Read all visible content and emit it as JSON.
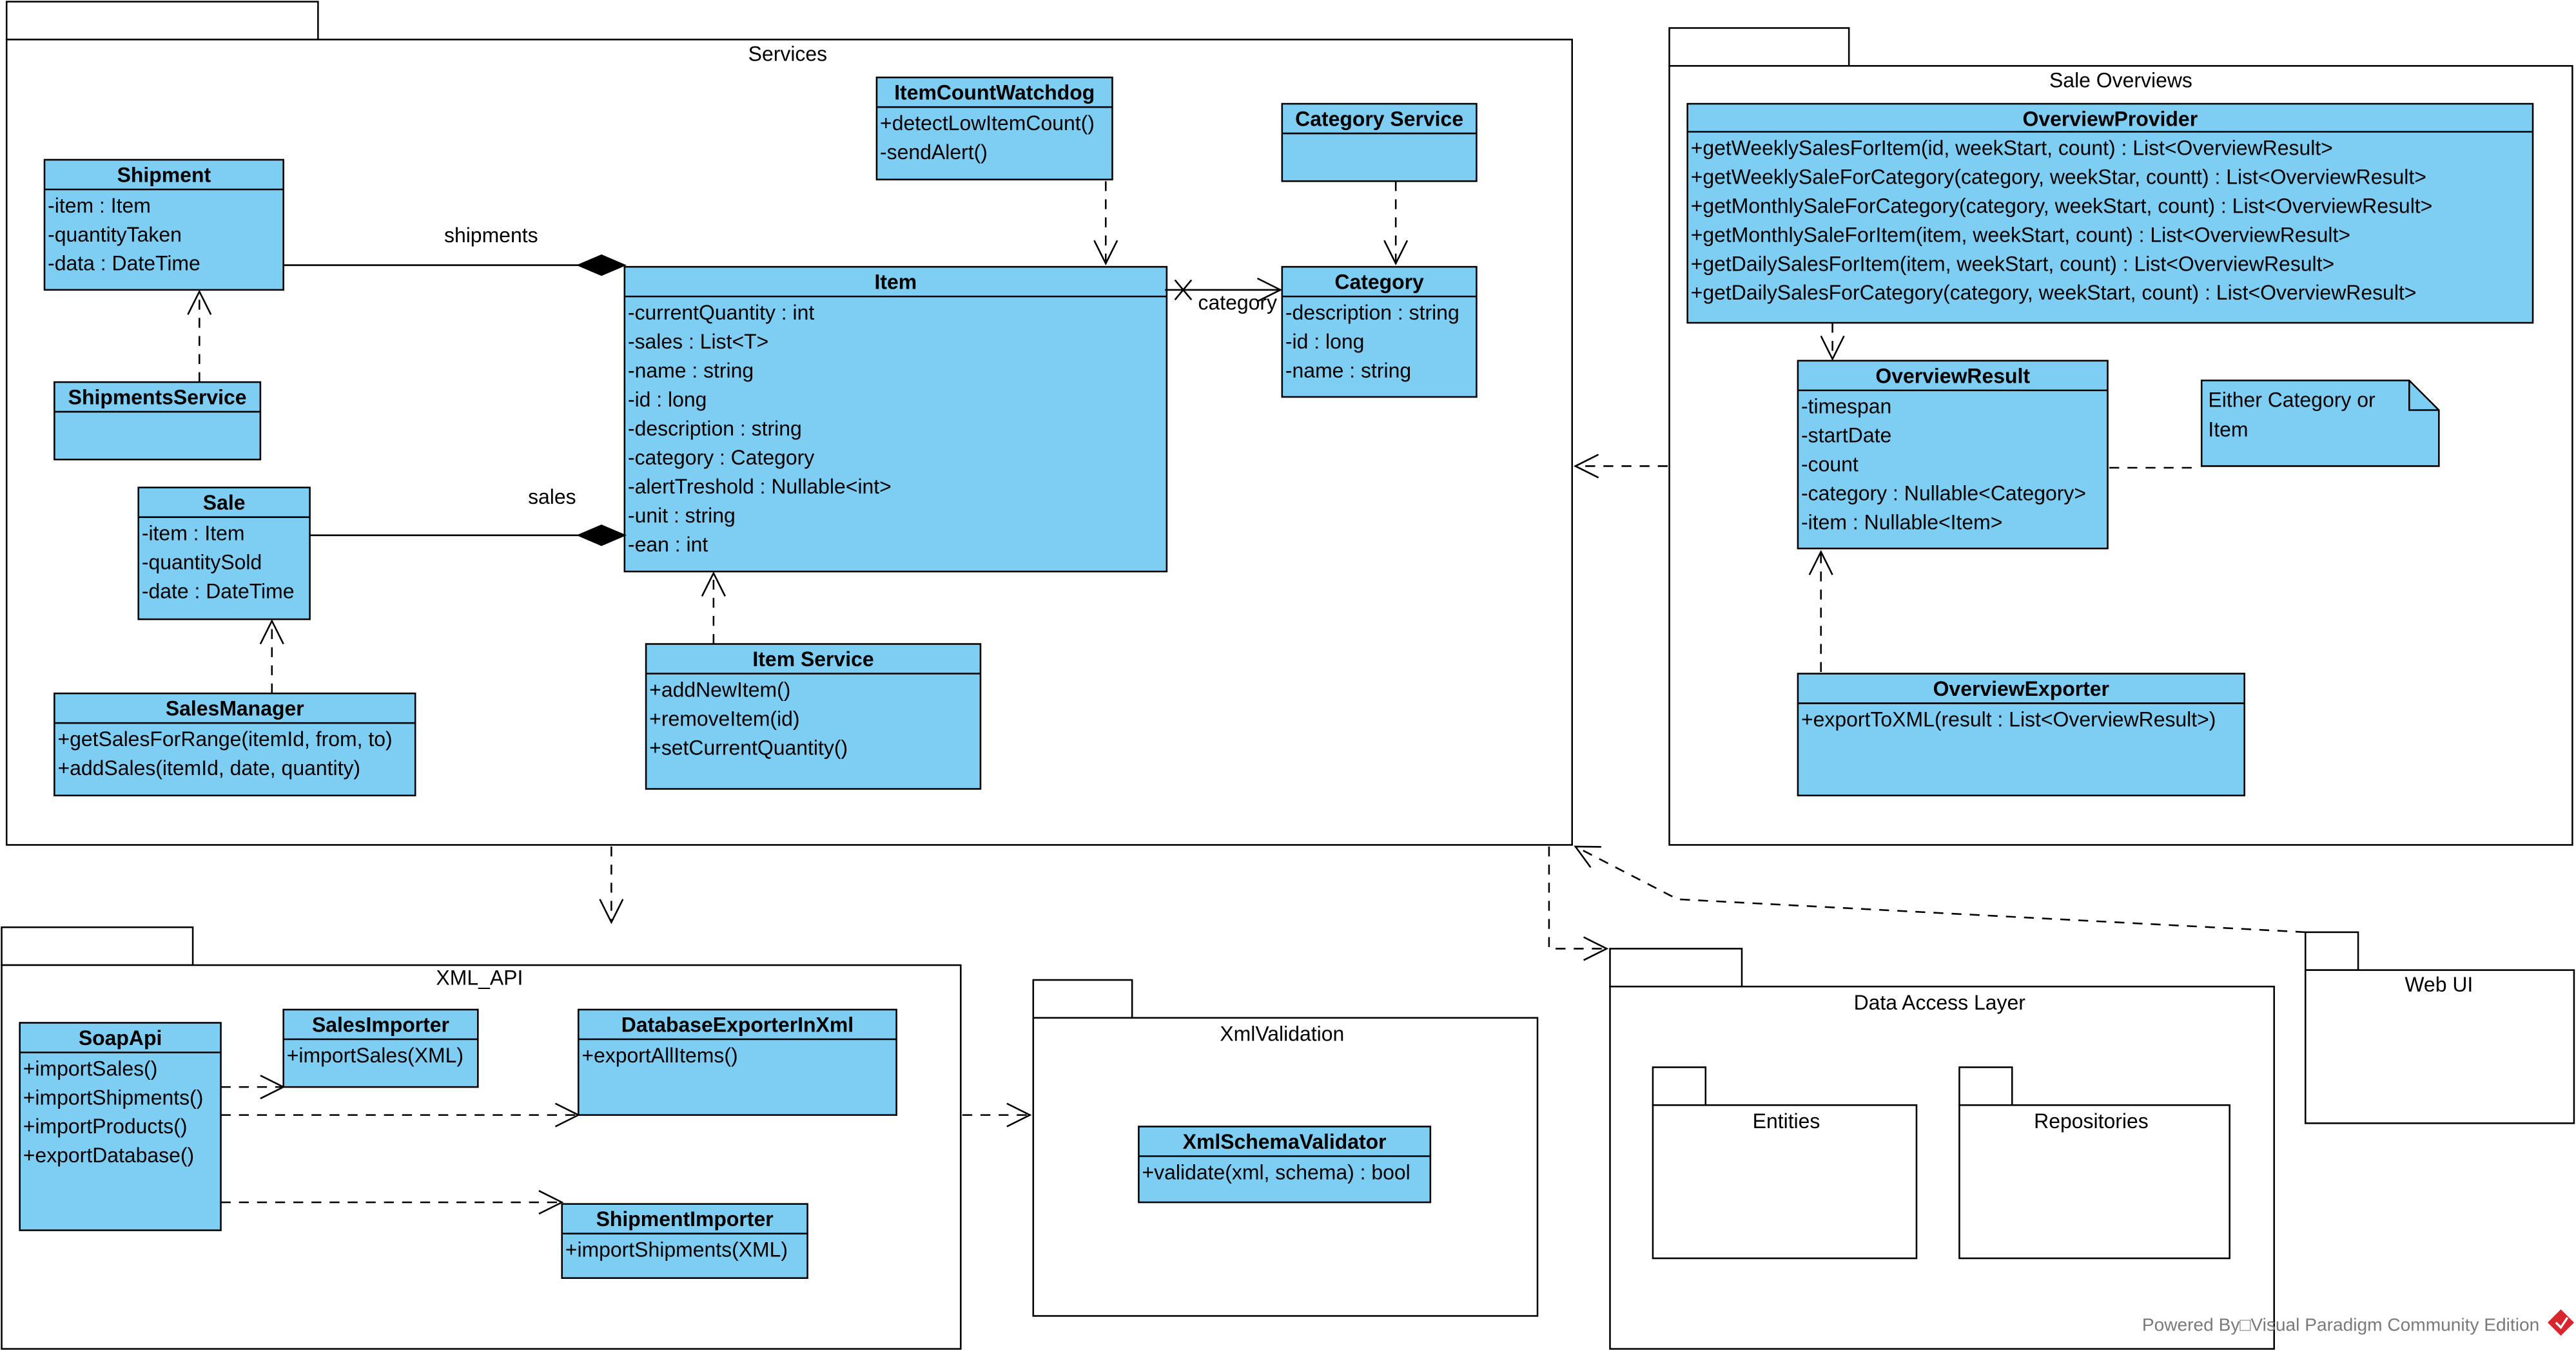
{
  "packages": {
    "services": "Services",
    "sale_overviews": "Sale Overviews",
    "xml_api": "XML_API",
    "xml_validation": "XmlValidation",
    "data_access_layer": "Data Access Layer",
    "entities": "Entities",
    "repositories": "Repositories",
    "web_ui": "Web UI"
  },
  "classes": {
    "shipment": {
      "name": "Shipment",
      "members": [
        "-item : Item",
        "-quantityTaken",
        "-data : DateTime"
      ]
    },
    "shipments_service": {
      "name": "ShipmentsService",
      "members": []
    },
    "sale": {
      "name": "Sale",
      "members": [
        "-item : Item",
        "-quantitySold",
        "-date : DateTime"
      ]
    },
    "sales_manager": {
      "name": "SalesManager",
      "members": [
        "+getSalesForRange(itemId, from, to)",
        "+addSales(itemId, date, quantity)"
      ]
    },
    "item_count_watchdog": {
      "name": "ItemCountWatchdog",
      "members": [
        "+detectLowItemCount()",
        "-sendAlert()"
      ]
    },
    "category_service": {
      "name": "Category Service",
      "members": []
    },
    "item": {
      "name": "Item",
      "members": [
        "-currentQuantity : int",
        "-sales : List<T>",
        "-name : string",
        "-id : long",
        "-description : string",
        "-category : Category",
        "-alertTreshold : Nullable<int>",
        "-unit : string",
        "-ean : int"
      ]
    },
    "category": {
      "name": "Category",
      "members": [
        "-description : string",
        "-id : long",
        "-name : string"
      ]
    },
    "item_service": {
      "name": "Item Service",
      "members": [
        "+addNewItem()",
        "+removeItem(id)",
        "+setCurrentQuantity()"
      ]
    },
    "overview_provider": {
      "name": "OverviewProvider",
      "members": [
        "+getWeeklySalesForItem(id, weekStart, count) : List<OverviewResult>",
        "+getWeeklySaleForCategory(category, weekStar, countt) : List<OverviewResult>",
        "+getMonthlySaleForCategory(category, weekStart, count) : List<OverviewResult>",
        "+getMonthlySaleForItem(item, weekStart, count) : List<OverviewResult>",
        "+getDailySalesForItem(item, weekStart, count) : List<OverviewResult>",
        "+getDailySalesForCategory(category, weekStart, count) : List<OverviewResult>"
      ]
    },
    "overview_result": {
      "name": "OverviewResult",
      "members": [
        "-timespan",
        "-startDate",
        "-count",
        "-category : Nullable<Category>",
        "-item : Nullable<Item>"
      ]
    },
    "overview_exporter": {
      "name": "OverviewExporter",
      "members": [
        "+exportToXML(result : List<OverviewResult>)"
      ]
    },
    "soap_api": {
      "name": "SoapApi",
      "members": [
        "+importSales()",
        "+importShipments()",
        "+importProducts()",
        "+exportDatabase()"
      ]
    },
    "sales_importer": {
      "name": "SalesImporter",
      "members": [
        "+importSales(XML)"
      ]
    },
    "database_exporter": {
      "name": "DatabaseExporterInXml",
      "members": [
        "+exportAllItems()"
      ]
    },
    "shipment_importer": {
      "name": "ShipmentImporter",
      "members": [
        "+importShipments(XML)"
      ]
    },
    "xml_schema_validator": {
      "name": "XmlSchemaValidator",
      "members": [
        "+validate(xml, schema) : bool"
      ]
    }
  },
  "associations": {
    "shipments": "shipments",
    "sales": "sales",
    "category": "category"
  },
  "note": {
    "lines": [
      "Either Category or",
      "Item"
    ]
  },
  "watermark": "Powered By□Visual Paradigm Community Edition",
  "colors": {
    "class_fill": "#7ECEF4",
    "line": "#000000",
    "watermark": "#7A7A7A",
    "logo": "#D9262E"
  }
}
